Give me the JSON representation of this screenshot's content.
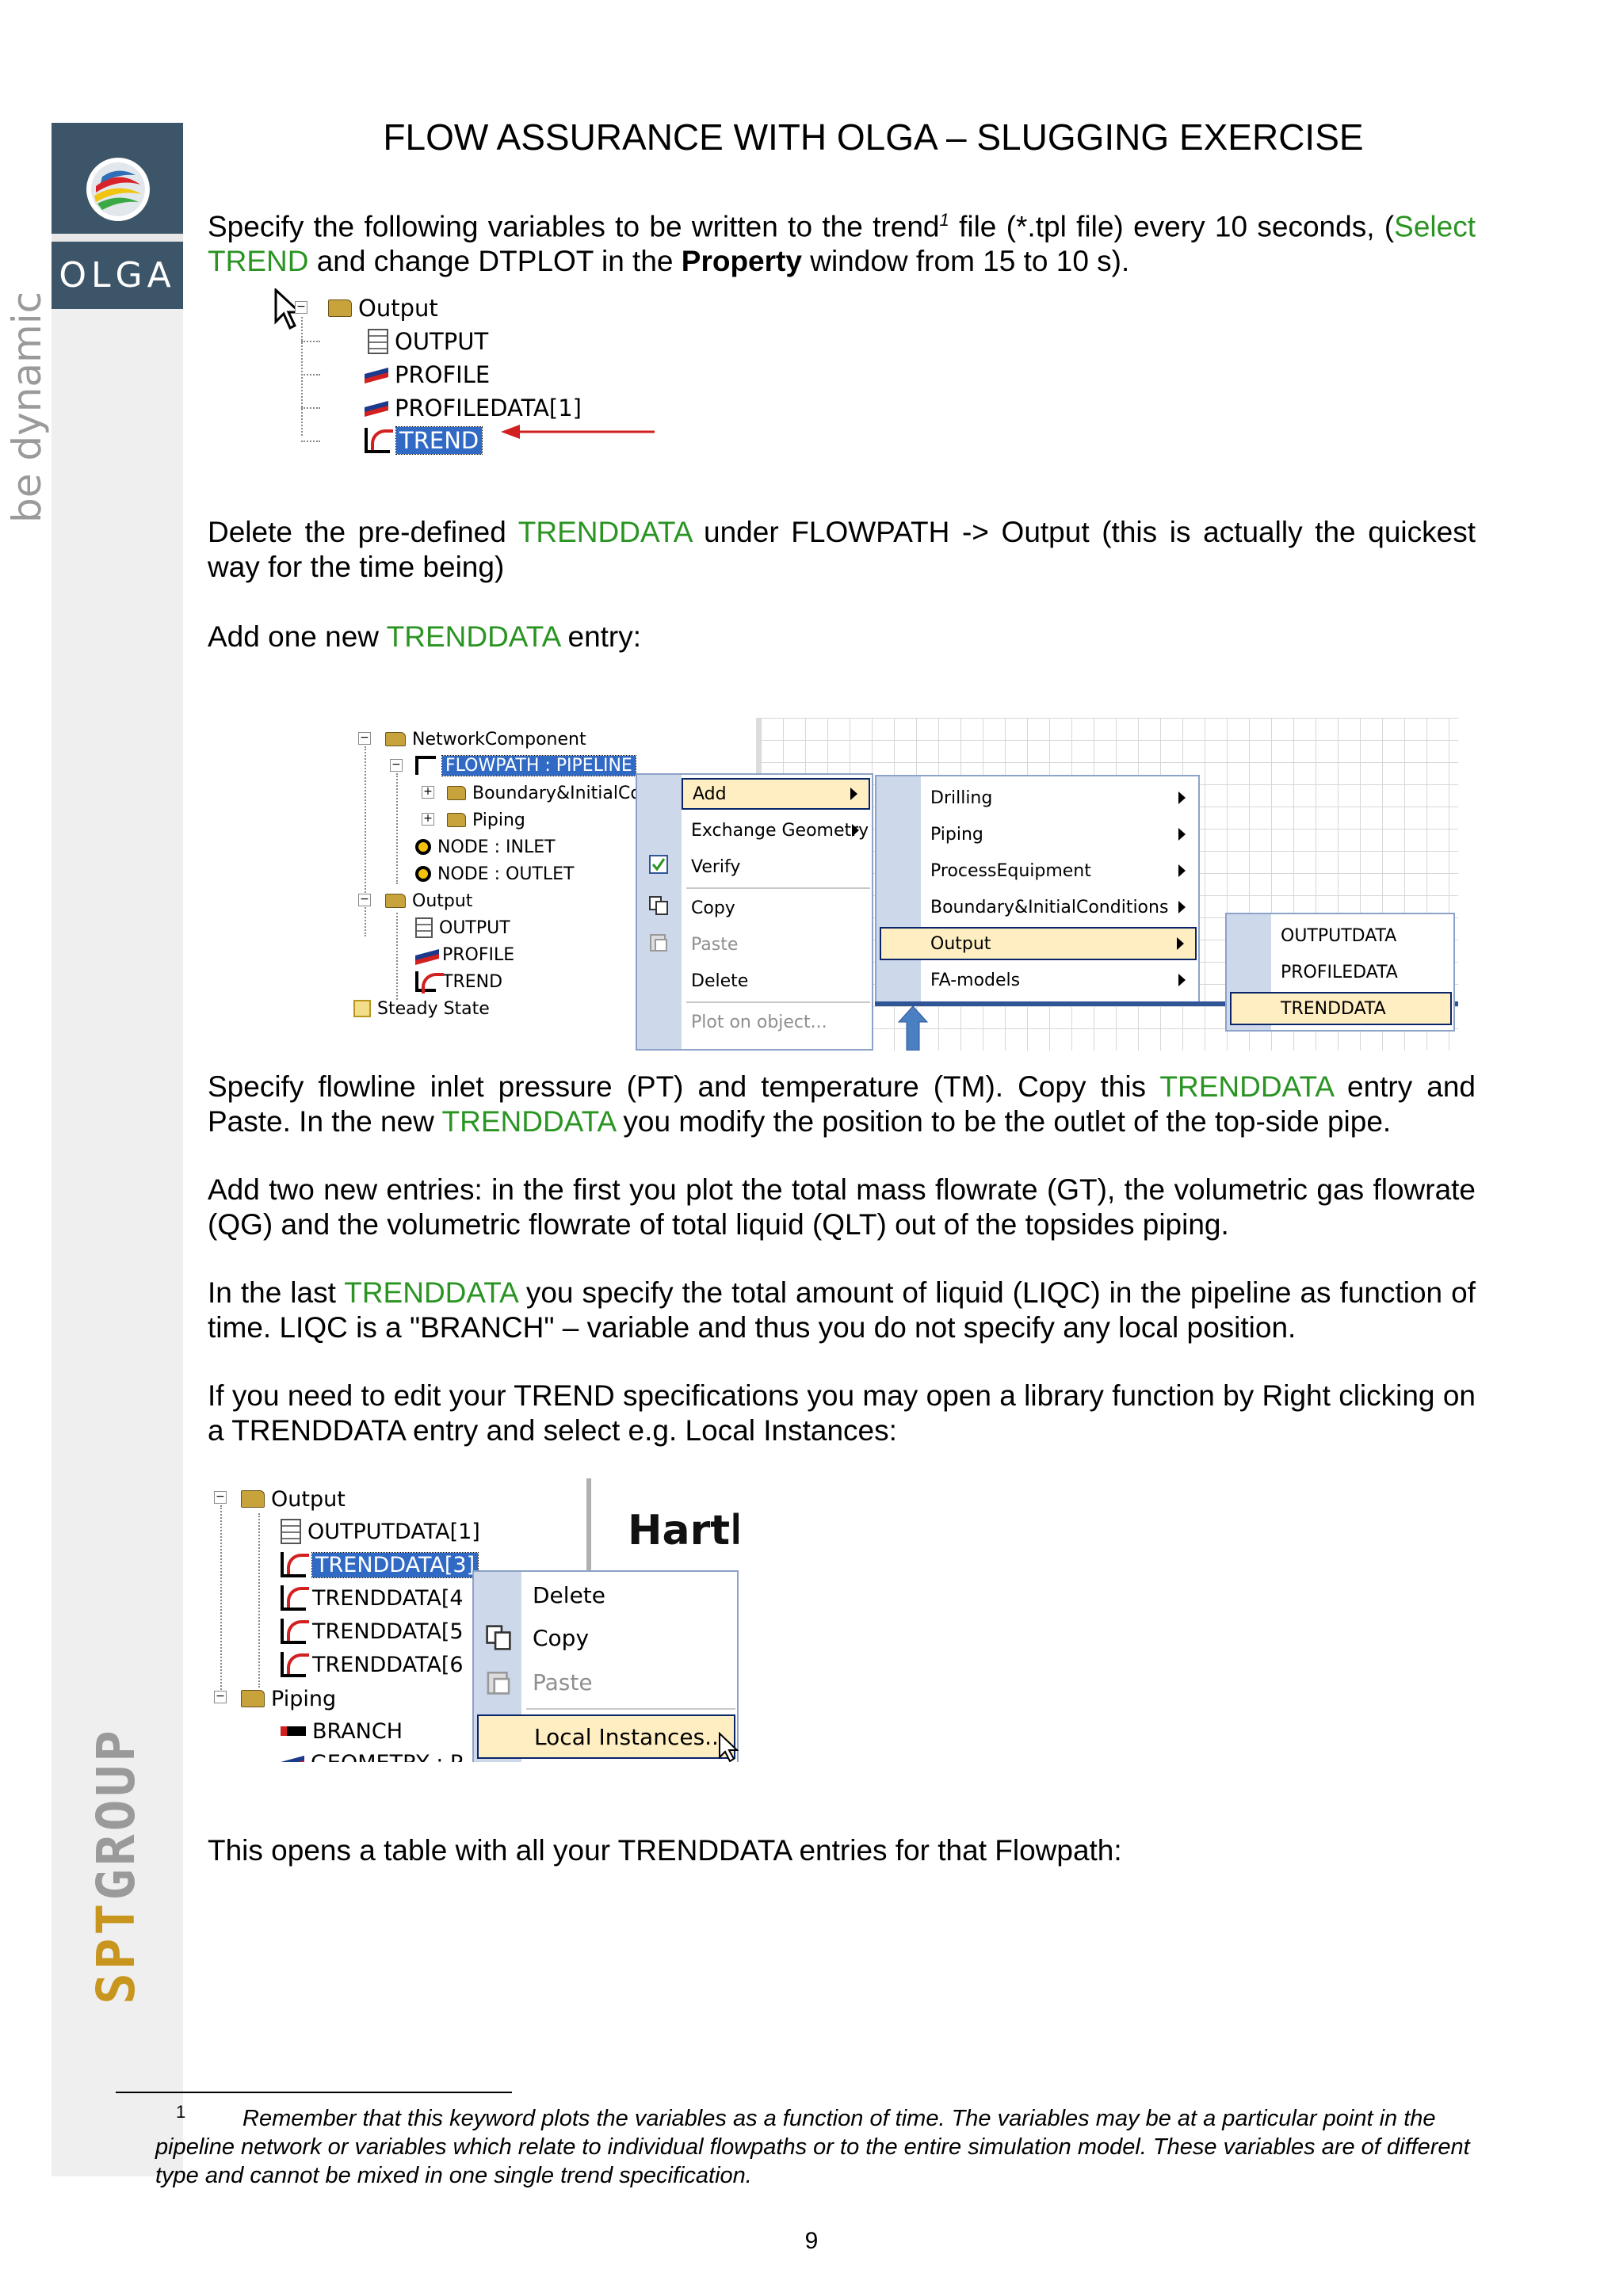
{
  "header": {
    "title": "FLOW ASSURANCE WITH OLGA – SLUGGING EXERCISE",
    "logo_text": "OLGA",
    "tagline": "be dynamic",
    "company_a": "SPT",
    "company_b": "GROUP"
  },
  "body": {
    "p1_a": "Specify the following variables to be written to the trend",
    "p1_sup": "1",
    "p1_b": " file (*.tpl file) every 10 seconds, (",
    "p1_green": "Select TREND",
    "p1_c": " and change DTPLOT in the ",
    "p1_bold": "Property",
    "p1_d": " window from 15 to 10 s).",
    "p2_a": "Delete the pre-defined ",
    "p2_green": "TRENDDATA",
    "p2_b": " under FLOWPATH -> Output  (this is actually the quickest way for the time being)",
    "p3_a": "Add one new ",
    "p3_green": "TRENDDATA",
    "p3_b": " entry:",
    "p4_a": "Specify flowline inlet pressure (PT) and temperature (TM). Copy this ",
    "p4_green1": "TRENDDATA",
    "p4_b": "  entry and Paste. In the new ",
    "p4_green2": "TRENDDATA",
    "p4_c": " you modify the position to be the outlet of the top-side pipe.",
    "p5": "Add two new entries:  in the first you plot the total mass flowrate (GT), the volumetric gas flowrate (QG) and the volumetric flowrate of total liquid (QLT) out of the topsides piping.",
    "p6_a": "In the last ",
    "p6_green": "TRENDDATA",
    "p6_b": " you specify the total amount of liquid (LIQC) in the pipeline as function of time. LIQC is a \"BRANCH\" – variable and thus you do not specify any local position.",
    "p7": "If you need to edit your TREND specifications you may open a library function by Right clicking on a TRENDDATA entry and select e.g. Local Instances:",
    "p8": "This opens a table with all your TRENDDATA entries for that Flowpath:"
  },
  "shot1": {
    "items": [
      "Output",
      "OUTPUT",
      "PROFILE",
      "PROFILEDATA[1]",
      "TREND"
    ],
    "arrow_color": "#d21f1f"
  },
  "shot2": {
    "tree": [
      "NetworkComponent",
      "FLOWPATH : PIPELINE",
      "Boundary&InitialCo",
      "Piping",
      "NODE : INLET",
      "NODE : OUTLET",
      "Output",
      "OUTPUT",
      "PROFILE",
      "TREND",
      "Steady State"
    ],
    "menu1": [
      "Add",
      "Exchange Geometry",
      "Verify",
      "Copy",
      "Paste",
      "Delete",
      "Plot on object..."
    ],
    "menu2": [
      "Drilling",
      "Piping",
      "ProcessEquipment",
      "Boundary&InitialConditions",
      "Output",
      "FA-models"
    ],
    "menu3": [
      "OUTPUTDATA",
      "PROFILEDATA",
      "TRENDDATA"
    ]
  },
  "shot3": {
    "tree": [
      "Output",
      "OUTPUTDATA[1]",
      "TRENDDATA[3]",
      "TRENDDATA[4",
      "TRENDDATA[5",
      "TRENDDATA[6",
      "Piping",
      "BRANCH",
      "GEOMETRY : P"
    ],
    "menu": [
      "Delete",
      "Copy",
      "Paste",
      "Local Instances..."
    ],
    "bg_text": "Harth"
  },
  "footnote": {
    "mark": "1",
    "text": "Remember that this keyword plots the variables as a function of time.  The variables may be at a particular point in the pipeline network or variables which relate to individual flowpaths or to the entire simulation model. These variables are of different type and cannot be mixed in one single trend specification."
  },
  "page_number": "9",
  "colors": {
    "green": "#2a9423",
    "logo_blue": "#3d5568",
    "spt_gold": "#c8961e",
    "selection": "#316ac5",
    "menu_highlight": "#ffeec2"
  }
}
